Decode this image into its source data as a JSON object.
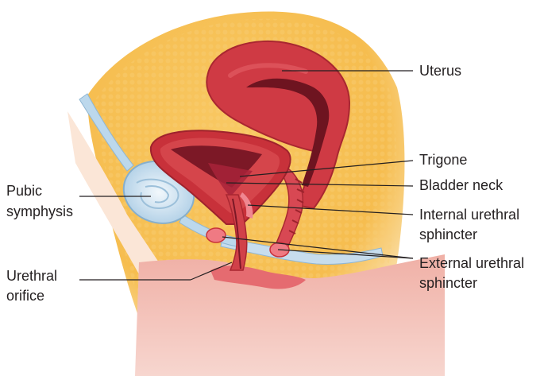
{
  "labels": {
    "uterus": "Uterus",
    "trigone": "Trigone",
    "bladder_neck": "Bladder neck",
    "internal_sphincter_line1": "Internal urethral",
    "internal_sphincter_line2": "sphincter",
    "external_sphincter_line1": "External urethral",
    "external_sphincter_line2": "sphincter",
    "pubic_line1": "Pubic",
    "pubic_line2": "symphysis",
    "orifice_line1": "Urethral",
    "orifice_line2": "orifice"
  },
  "colors": {
    "fat_tissue": "#f6c259",
    "fat_light": "#fbe9c2",
    "skin": "#f3c6bd",
    "muscle_red": "#c8313a",
    "muscle_inner": "#e0555a",
    "dark_lumen": "#6e1420",
    "cartilage_blue": "#b9d6ea",
    "sphincter_pink": "#ef7a83",
    "leader_line": "#231f20"
  }
}
